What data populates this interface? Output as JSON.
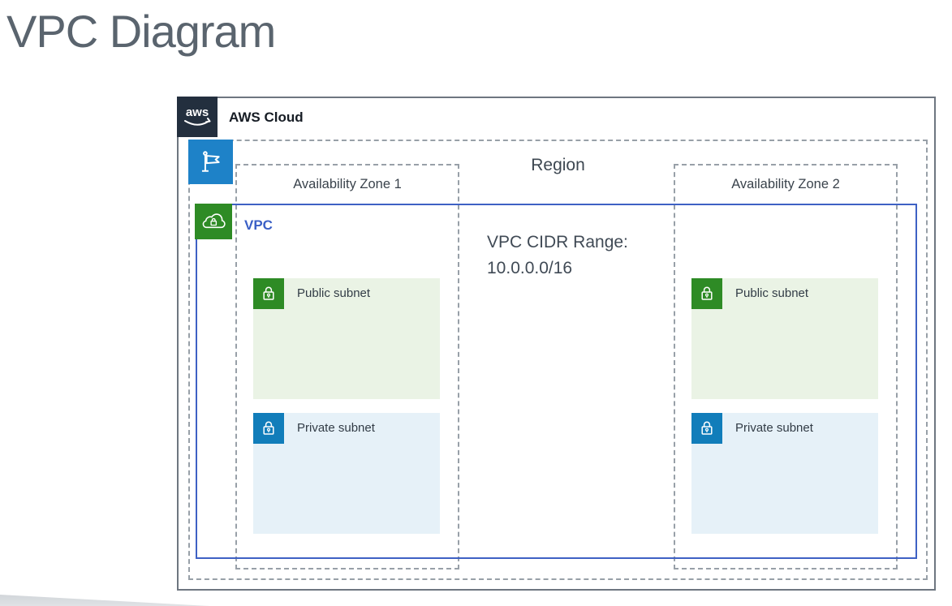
{
  "page": {
    "title": "VPC Diagram"
  },
  "diagram": {
    "aws_cloud": {
      "label": "AWS Cloud",
      "icon": "aws-logo-icon"
    },
    "region": {
      "label": "Region",
      "icon": "flag-icon"
    },
    "availability_zones": [
      {
        "label": "Availability Zone 1"
      },
      {
        "label": "Availability Zone 2"
      }
    ],
    "vpc": {
      "label": "VPC",
      "icon": "vpc-cloud-lock-icon",
      "cidr_title": "VPC CIDR Range:",
      "cidr_value": "10.0.0.0/16"
    },
    "subnets": {
      "public_label": "Public subnet",
      "private_label": "Private subnet"
    }
  },
  "colors": {
    "aws_navy": "#232f3e",
    "cloud_border": "#6e7680",
    "region_dash": "#98a0a8",
    "flag_blue": "#1e82c8",
    "vpc_border_blue": "#3e61c4",
    "vpc_label_blue": "#3a5fc6",
    "vpc_icon_green": "#2e8b25",
    "public_icon_green": "#2e8b25",
    "private_icon_blue": "#117dba",
    "public_subnet_bg": "#eaf3e5",
    "private_subnet_bg": "#e6f1f8",
    "title_gray": "#5a646e"
  }
}
